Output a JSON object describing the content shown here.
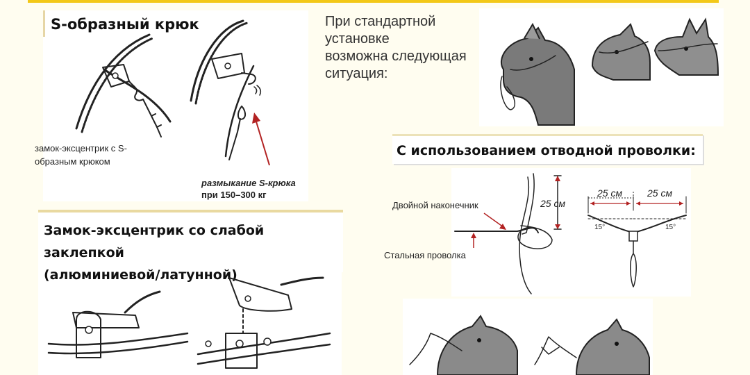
{
  "s_hook": {
    "title": "S-образный крюк",
    "caption_line1": "замок-эксцентрик с S-",
    "caption_line2": "образным крюком",
    "release_line1": "размыкание S-крюка",
    "release_line2": "при 150–300 кг"
  },
  "standard": {
    "line1": "При стандартной",
    "line2": "установке",
    "line3": "возможна следующая",
    "line4": "ситуация:"
  },
  "weak_rivet": {
    "title_line1": "Замок-эксцентрик со слабой заклепкой",
    "title_line2": "(алюминиевой/латунной)"
  },
  "wire": {
    "title": "С использованием отводной проволки:",
    "label_double_tip": "Двойной наконечник",
    "label_steel_wire": "Стальная проволка",
    "dim_vertical": "25 см",
    "dim_left": "25 см",
    "dim_right": "25 см",
    "angle_left": "15°",
    "angle_right": "15°"
  },
  "colors": {
    "accent": "#f3c817",
    "arrow_red": "#b22222",
    "background": "#fffdf0"
  }
}
